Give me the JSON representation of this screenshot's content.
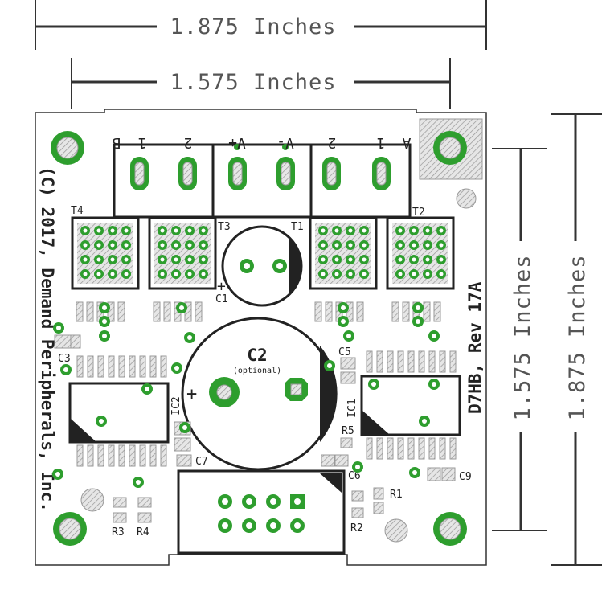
{
  "dimensions": {
    "top_outer": "1.875 Inches",
    "top_inner": "1.575 Inches",
    "right_inner": "1.575 Inches",
    "right_outer": "1.875 Inches"
  },
  "terminals": [
    "B",
    "1",
    "2",
    "V+",
    "V-",
    "2",
    "1",
    "A"
  ],
  "copyright": "(C) 2017, Demand Peripherals, Inc.",
  "board_name": "D7HB, Rev 17A",
  "labels": {
    "t1": "T1",
    "t2": "T2",
    "t3": "T3",
    "t4": "T4",
    "c1": "C1",
    "c2": "C2",
    "c2_note": "(optional)",
    "c3": "C3",
    "c5": "C5",
    "c6": "C6",
    "c7": "C7",
    "c9": "C9",
    "ic1": "IC1",
    "ic2": "IC2",
    "r1": "R1",
    "r2": "R2",
    "r3": "R3",
    "r4": "R4",
    "r5": "R5",
    "plus": "+"
  },
  "colors": {
    "copper": "#2e9e2e",
    "outline": "#222222",
    "hatch": "#9a9a9a"
  }
}
